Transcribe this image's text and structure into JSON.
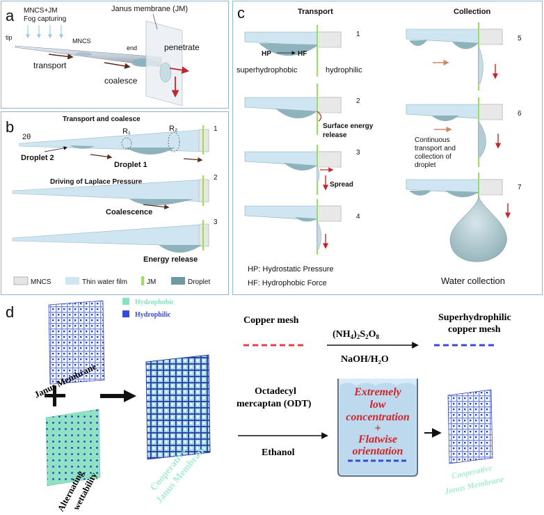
{
  "panel_a": {
    "letter": "a",
    "fog_title": "MNCS+JM\nFog capturing",
    "tip": "tip",
    "mncs": "MNCS",
    "end": "end",
    "jm_label": "Janus membrane (JM)",
    "penetrate": "penetrate",
    "transport": "transport",
    "coalesce": "coalesce"
  },
  "panel_b": {
    "letter": "b",
    "title": "Transport and coalesce",
    "angle": "2θ",
    "r1": "R₁",
    "r2": "R₂",
    "droplet2": "Droplet 2",
    "droplet1": "Droplet 1",
    "step1": "1",
    "laplace": "Driving of Laplace Pressure",
    "step2": "2",
    "coalescence": "Coalescence",
    "step3": "3",
    "energy_release": "Energy release",
    "legend": {
      "mncs": "MNCS",
      "film": "Thin water film",
      "jm": "JM",
      "droplet": "Droplet"
    }
  },
  "panel_c": {
    "letter": "c",
    "transport_heading": "Transport",
    "collection_heading": "Collection",
    "hp": "HP",
    "hf": "HF",
    "superhydrophobic": "superhydrophobic",
    "hydrophilic": "hydrophilic",
    "s1": "1",
    "s2": "2",
    "s3": "3",
    "s4": "4",
    "s5": "5",
    "s6": "6",
    "s7": "7",
    "surface_energy_1": "Surface energy",
    "surface_energy_2": "release",
    "spread": "Spread",
    "continuous_1": "Continuous",
    "continuous_2": "transport and",
    "continuous_3": "collection of",
    "continuous_4": "droplet",
    "hp_def": "HP:  Hydrostatic Pressure",
    "hf_def": "HF:  Hydrophobic Force",
    "water_collection": "Water collection"
  },
  "panel_d": {
    "letter": "d",
    "hydrophobic": "Hydrophobic",
    "hydrophilic": "Hydrophilic",
    "janus_membrane": "Janus Membrane",
    "alternating_1": "Alternating",
    "alternating_2": "wettability",
    "cooperative_1": "Cooperative",
    "cooperative_2": "Janus Membrane",
    "copper_mesh": "Copper mesh",
    "reagent_top_1": "(NH",
    "reagent_top_sub1": "4",
    "reagent_top_2": ")",
    "reagent_top_sub2": "2",
    "reagent_top_3": "S",
    "reagent_top_sub3": "2",
    "reagent_top_4": "O",
    "reagent_top_sub4": "8",
    "reagent_bottom": "NaOH/H₂O",
    "superhydrophilic_1": "Superhydrophilic",
    "superhydrophilic_2": "copper mesh",
    "odt_1": "Octadecyl",
    "odt_2": "mercaptan (ODT)",
    "ethanol": "Ethanol",
    "beaker_1": "Extremely",
    "beaker_2": "low",
    "beaker_3": "concentration",
    "beaker_4": "+",
    "beaker_5": "Flatwise",
    "beaker_6": "orientation",
    "cooperative_small_1": "Cooperative",
    "cooperative_small_2": "Janus Membrane"
  },
  "colors": {
    "hydrophobic": "#86e3bf",
    "hydrophilic": "#3a49d8",
    "accent_red": "#d2232a",
    "jm_green": "#9be05a",
    "panel_border": "#8fb3d0",
    "cooperative_text": "#a8ecd6"
  }
}
